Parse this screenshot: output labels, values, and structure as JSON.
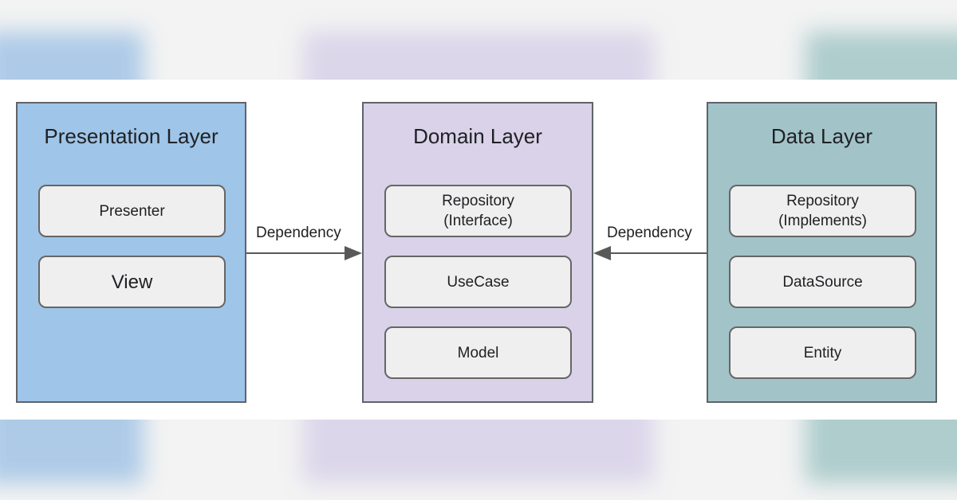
{
  "layers": [
    {
      "id": "presentation",
      "title": "Presentation Layer",
      "components": [
        {
          "label": "Presenter"
        },
        {
          "label": "View"
        }
      ]
    },
    {
      "id": "domain",
      "title": "Domain Layer",
      "components": [
        {
          "label": "Repository\n(Interface)"
        },
        {
          "label": "UseCase"
        },
        {
          "label": "Model"
        }
      ]
    },
    {
      "id": "data",
      "title": "Data Layer",
      "components": [
        {
          "label": "Repository\n(Implements)"
        },
        {
          "label": "DataSource"
        },
        {
          "label": "Entity"
        }
      ]
    }
  ],
  "edges": [
    {
      "from": "presentation",
      "to": "domain",
      "label": "Dependency"
    },
    {
      "from": "data",
      "to": "domain",
      "label": "Dependency"
    }
  ],
  "colors": {
    "presentation": "#9fc5e8",
    "domain": "#d9d2e9",
    "data": "#a2c4c9",
    "component": "#efefef",
    "border": "#5f6368",
    "arrow": "#595959"
  }
}
